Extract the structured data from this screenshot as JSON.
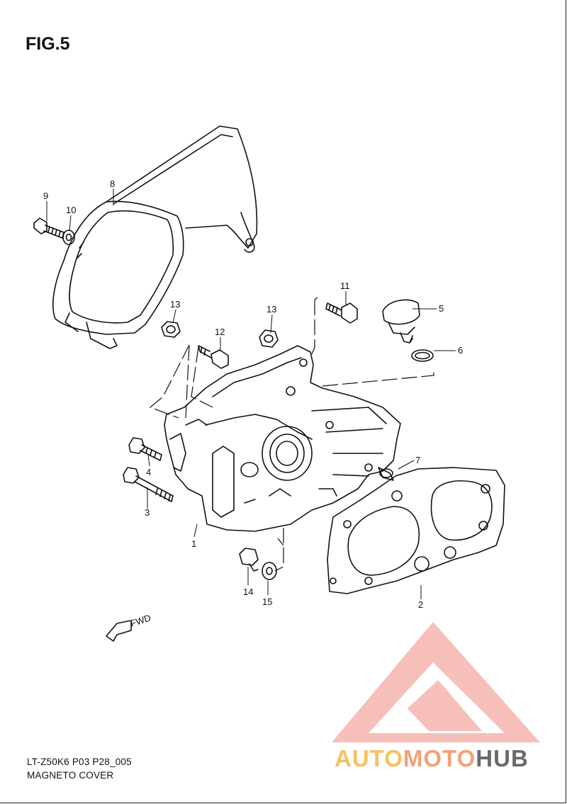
{
  "figure": {
    "title": "FIG.5",
    "model_code": "LT-Z50K6 P03 P28_005",
    "caption": "MAGNETO COVER",
    "fwd_label": "FWD"
  },
  "callouts": [
    {
      "id": "1",
      "text": "1"
    },
    {
      "id": "2",
      "text": "2"
    },
    {
      "id": "3",
      "text": "3"
    },
    {
      "id": "4",
      "text": "4"
    },
    {
      "id": "5",
      "text": "5"
    },
    {
      "id": "6",
      "text": "6"
    },
    {
      "id": "7",
      "text": "7"
    },
    {
      "id": "8",
      "text": "8"
    },
    {
      "id": "9",
      "text": "9"
    },
    {
      "id": "10",
      "text": "10"
    },
    {
      "id": "11",
      "text": "11"
    },
    {
      "id": "12",
      "text": "12"
    },
    {
      "id": "13a",
      "text": "13"
    },
    {
      "id": "13b",
      "text": "13"
    },
    {
      "id": "14",
      "text": "14"
    },
    {
      "id": "15",
      "text": "15"
    }
  ],
  "watermark": {
    "part1": "AUTO",
    "part2": "MOTO",
    "part3": "HUB",
    "colors": {
      "auto": "#f7c15f",
      "moto": "#f4a07a",
      "hub": "#6a6a6a",
      "logo": "#f28b82"
    }
  }
}
